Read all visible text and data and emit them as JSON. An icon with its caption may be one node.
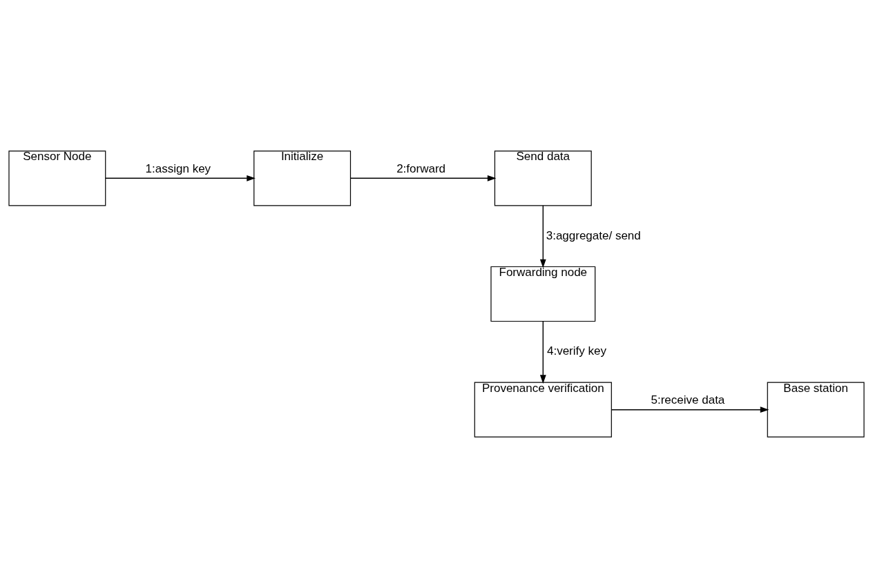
{
  "diagram": {
    "nodes": [
      {
        "text": [
          "Sensor Node"
        ]
      },
      {
        "text": [
          "Initialize"
        ]
      },
      {
        "text": [
          "Send data"
        ]
      },
      {
        "text": [
          "Forwarding node"
        ]
      },
      {
        "text": [
          "Provenance verification"
        ]
      },
      {
        "text": [
          "Base station"
        ]
      }
    ],
    "edges": [
      {
        "from": 0,
        "to": 1,
        "arrow": "to",
        "label": "1:assign key"
      },
      {
        "from": 1,
        "to": 2,
        "arrow": "to",
        "label": "2:forward"
      },
      {
        "from": 2,
        "to": 3,
        "arrow": "to",
        "label": "3:aggregate/ send"
      },
      {
        "from": 3,
        "to": 4,
        "arrow": "to",
        "label": "4:verify key"
      },
      {
        "from": 4,
        "to": 5,
        "arrow": "to",
        "label": "5:receive data"
      }
    ]
  }
}
